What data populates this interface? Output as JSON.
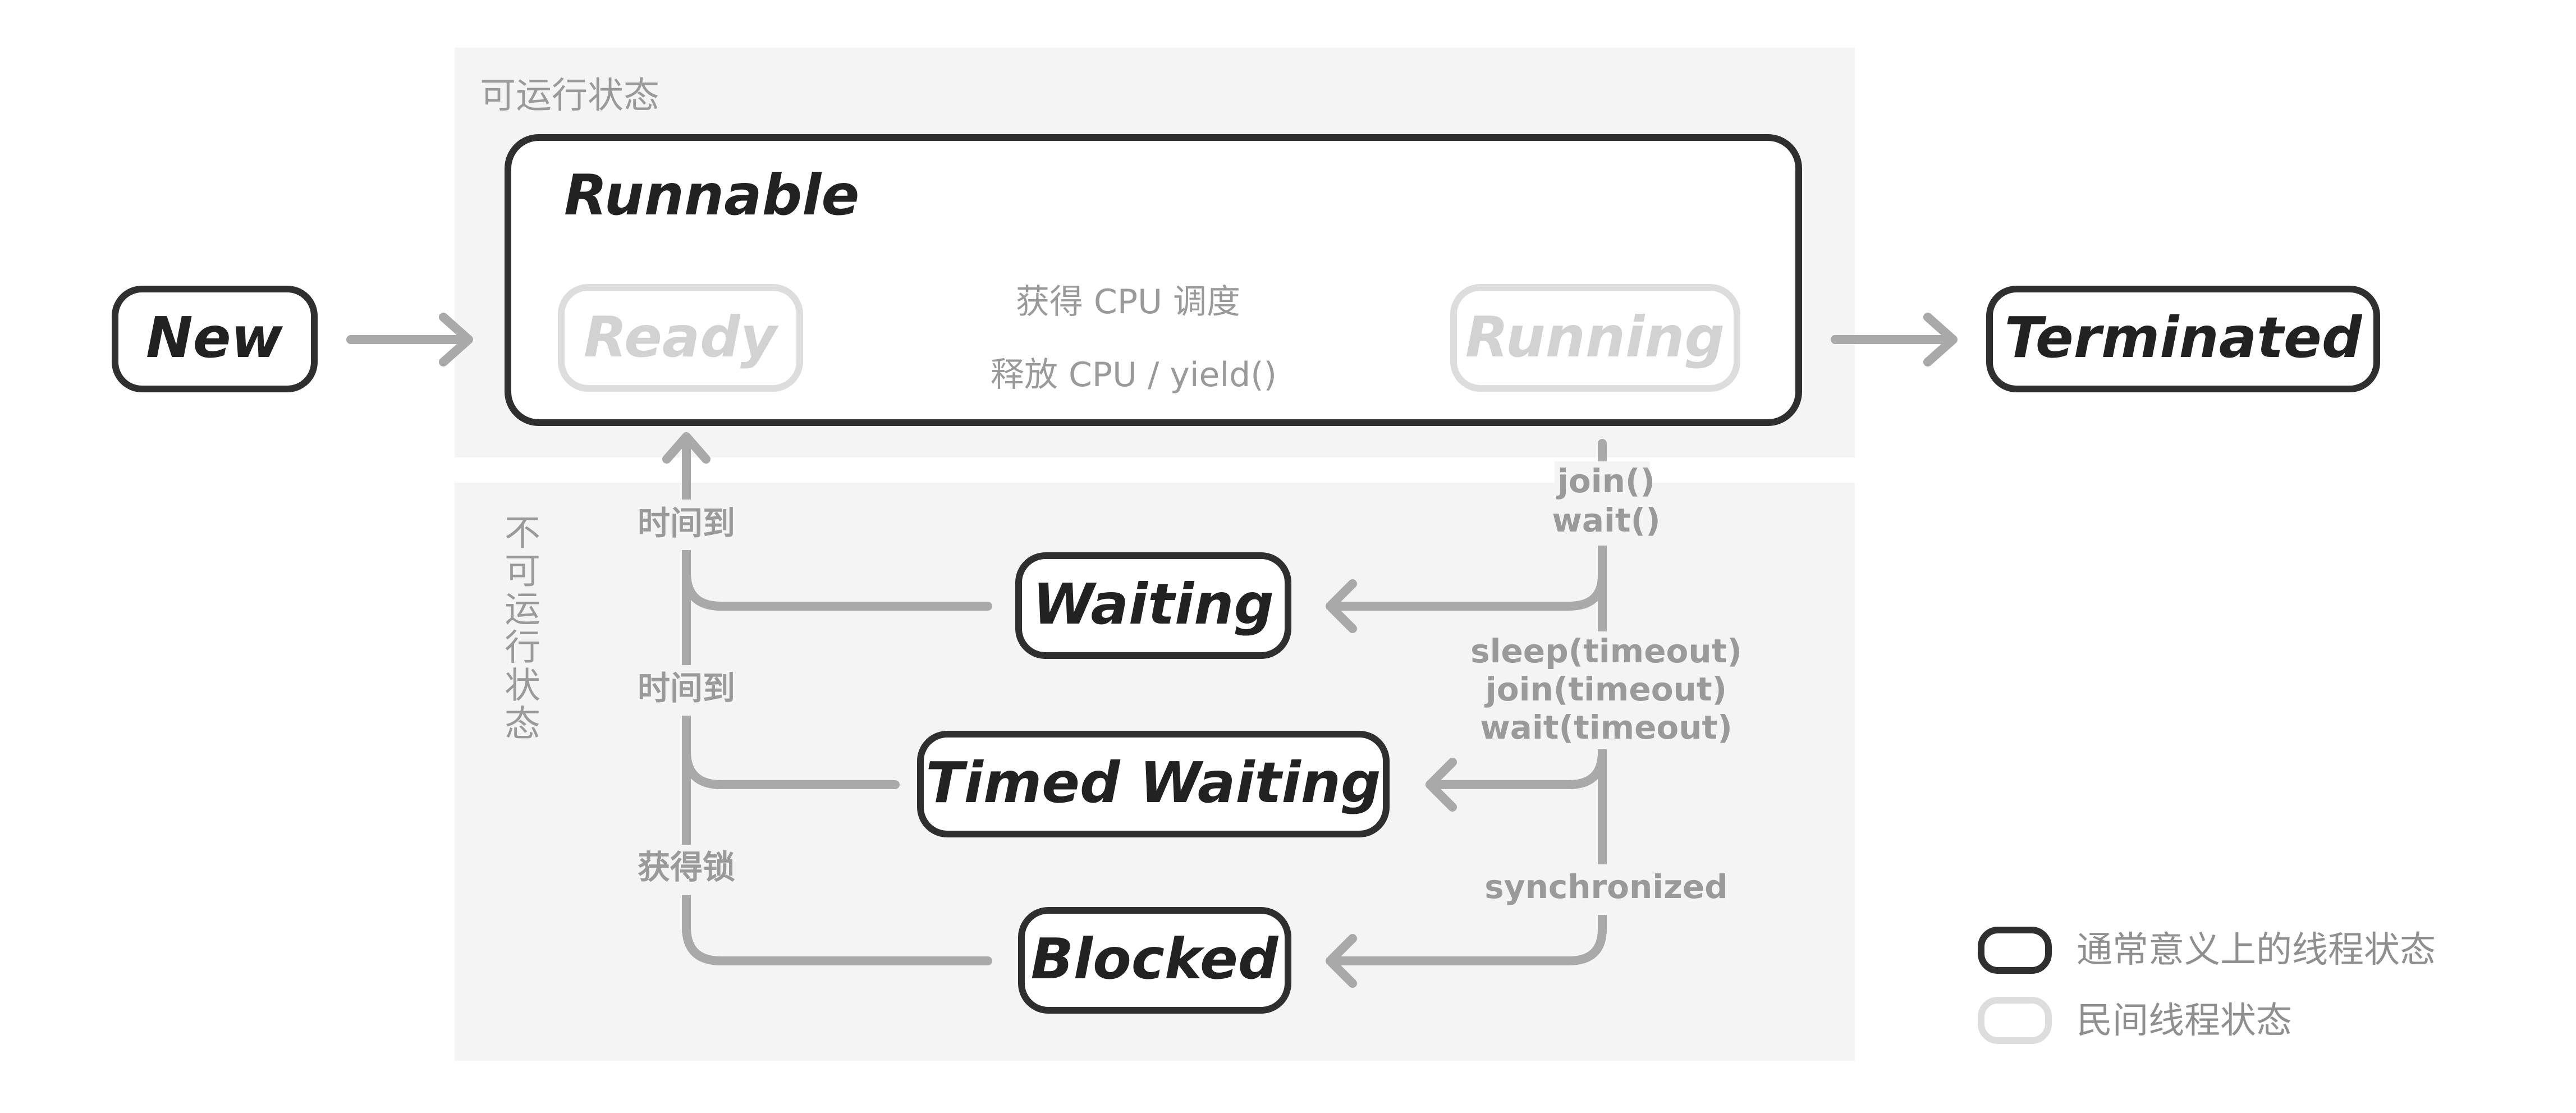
{
  "regions": {
    "runnable_area": "可运行状态",
    "non_runnable_area": "不可运行状态"
  },
  "states": {
    "new": "New",
    "runnable": "Runnable",
    "ready": "Ready",
    "running": "Running",
    "terminated": "Terminated",
    "waiting": "Waiting",
    "timed_waiting": "Timed Waiting",
    "blocked": "Blocked"
  },
  "transitions": {
    "ready_to_running": "获得 CPU 调度",
    "running_to_ready": "释放 CPU / yield()",
    "to_waiting": [
      "join()",
      "wait()"
    ],
    "to_timed_waiting": [
      "sleep(timeout)",
      "join(timeout)",
      "wait(timeout)"
    ],
    "to_blocked": "synchronized",
    "waiting_return": "时间到",
    "timed_waiting_return": "时间到",
    "blocked_return": "获得锁"
  },
  "legend": {
    "standard": "通常意义上的线程状态",
    "folk": "民间线程状态"
  },
  "colors": {
    "state_border": "#2f2f2f",
    "folk_state_border": "#dddddd",
    "arrow": "#a9a9a9",
    "panel": "#f4f4f4",
    "label": "#9a9a9a"
  }
}
